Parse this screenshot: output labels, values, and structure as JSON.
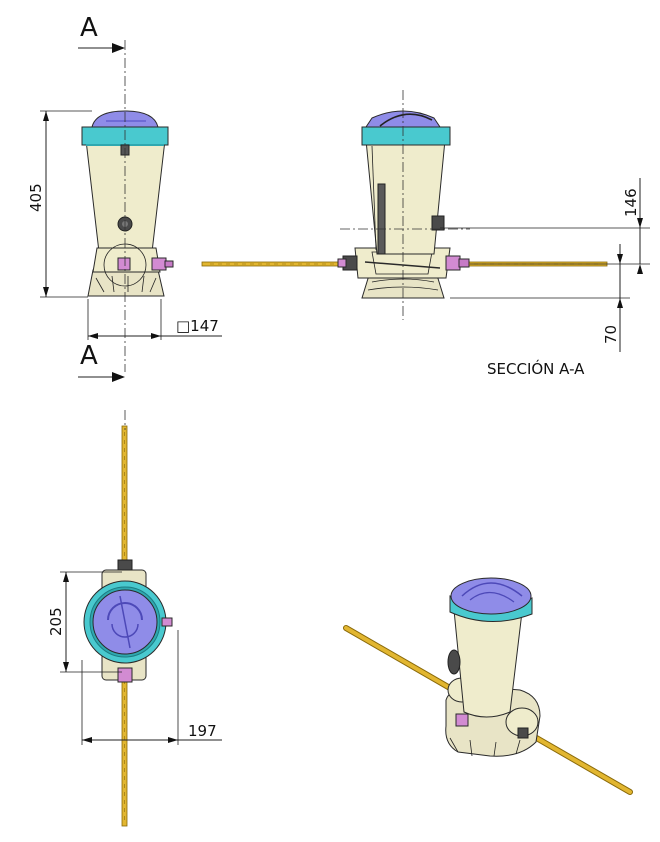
{
  "drawing": {
    "section_letter_top": "A",
    "section_letter_bottom": "A",
    "section_label": "SECCIÓN A-A"
  },
  "dimensions": {
    "height_total": "405",
    "base_square": "□147",
    "pipe_height": "146",
    "base_height": "70",
    "width_plan": "205",
    "offset_plan": "197"
  },
  "colors": {
    "body": "#efeccc",
    "base": "#e8e4c6",
    "lid": "#8f8ce8",
    "lid_dark": "#6f6bd6",
    "ring": "#49c9cf",
    "ring_dark": "#2fa8b0",
    "pipe": "#e2b630",
    "pipe_dark": "#b98e12",
    "fitting": "#d28bd2",
    "dark": "#3a3a3a"
  }
}
